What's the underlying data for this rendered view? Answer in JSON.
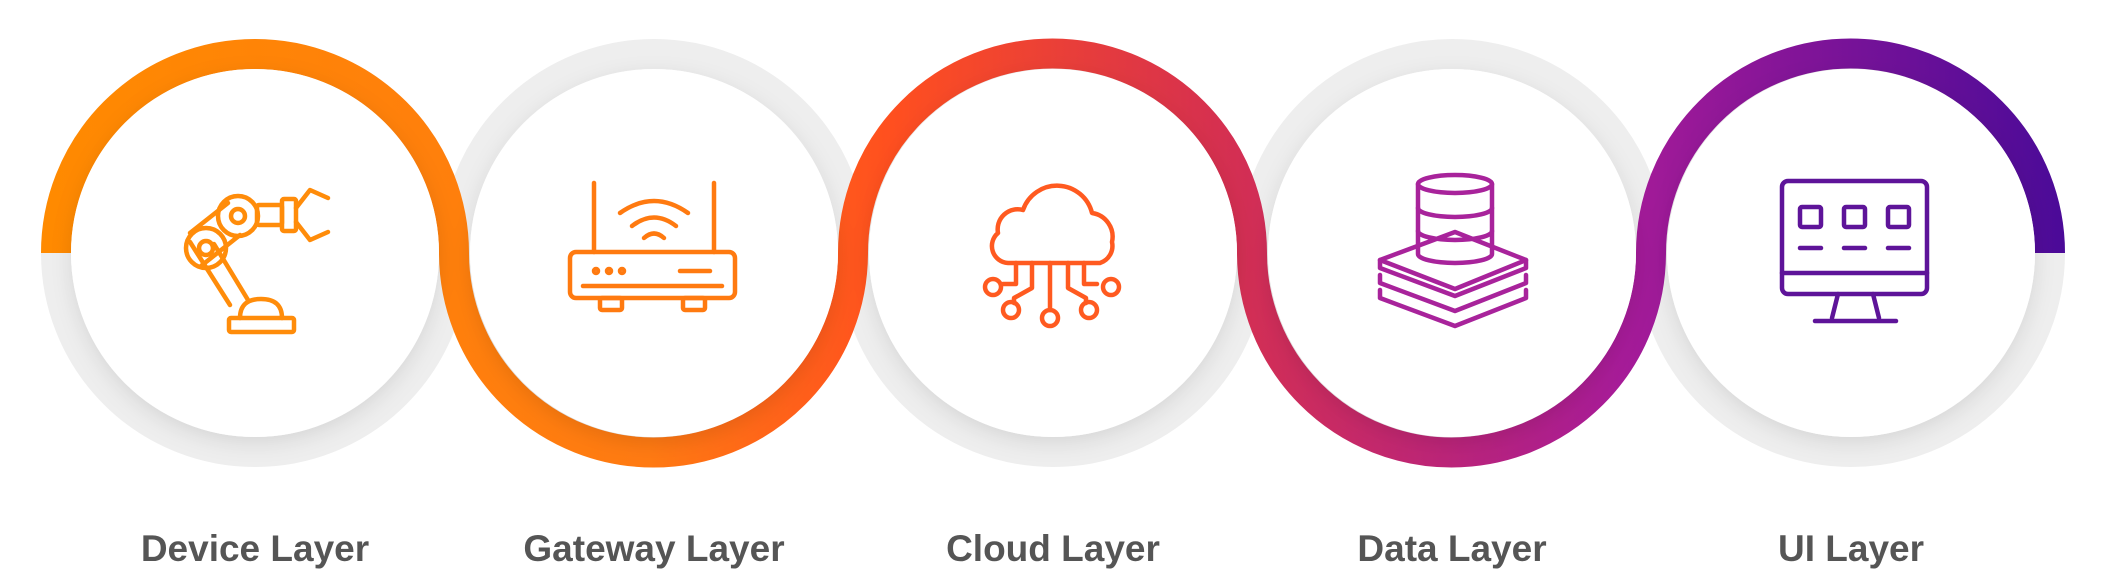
{
  "colors": {
    "ring_background": "#eeeeee",
    "gradient_start": "#ff8a00",
    "gradient_mid_1": "#ff7a12",
    "gradient_mid_2": "#ff4f1f",
    "gradient_mid_3": "#d6304f",
    "gradient_mid_4": "#a61b98",
    "gradient_end": "#4a0a98",
    "label_text": "#555555"
  },
  "layers": [
    {
      "label": "Device Layer",
      "icon": "robot-arm-icon",
      "icon_color": "#ff8c0a"
    },
    {
      "label": "Gateway Layer",
      "icon": "router-icon",
      "icon_color": "#ff7a10"
    },
    {
      "label": "Cloud Layer",
      "icon": "cloud-network-icon",
      "icon_color": "#ff5a20"
    },
    {
      "label": "Data Layer",
      "icon": "database-stack-icon",
      "icon_color": "#a8239b"
    },
    {
      "label": "UI Layer",
      "icon": "desktop-monitor-icon",
      "icon_color": "#5e1499"
    }
  ]
}
